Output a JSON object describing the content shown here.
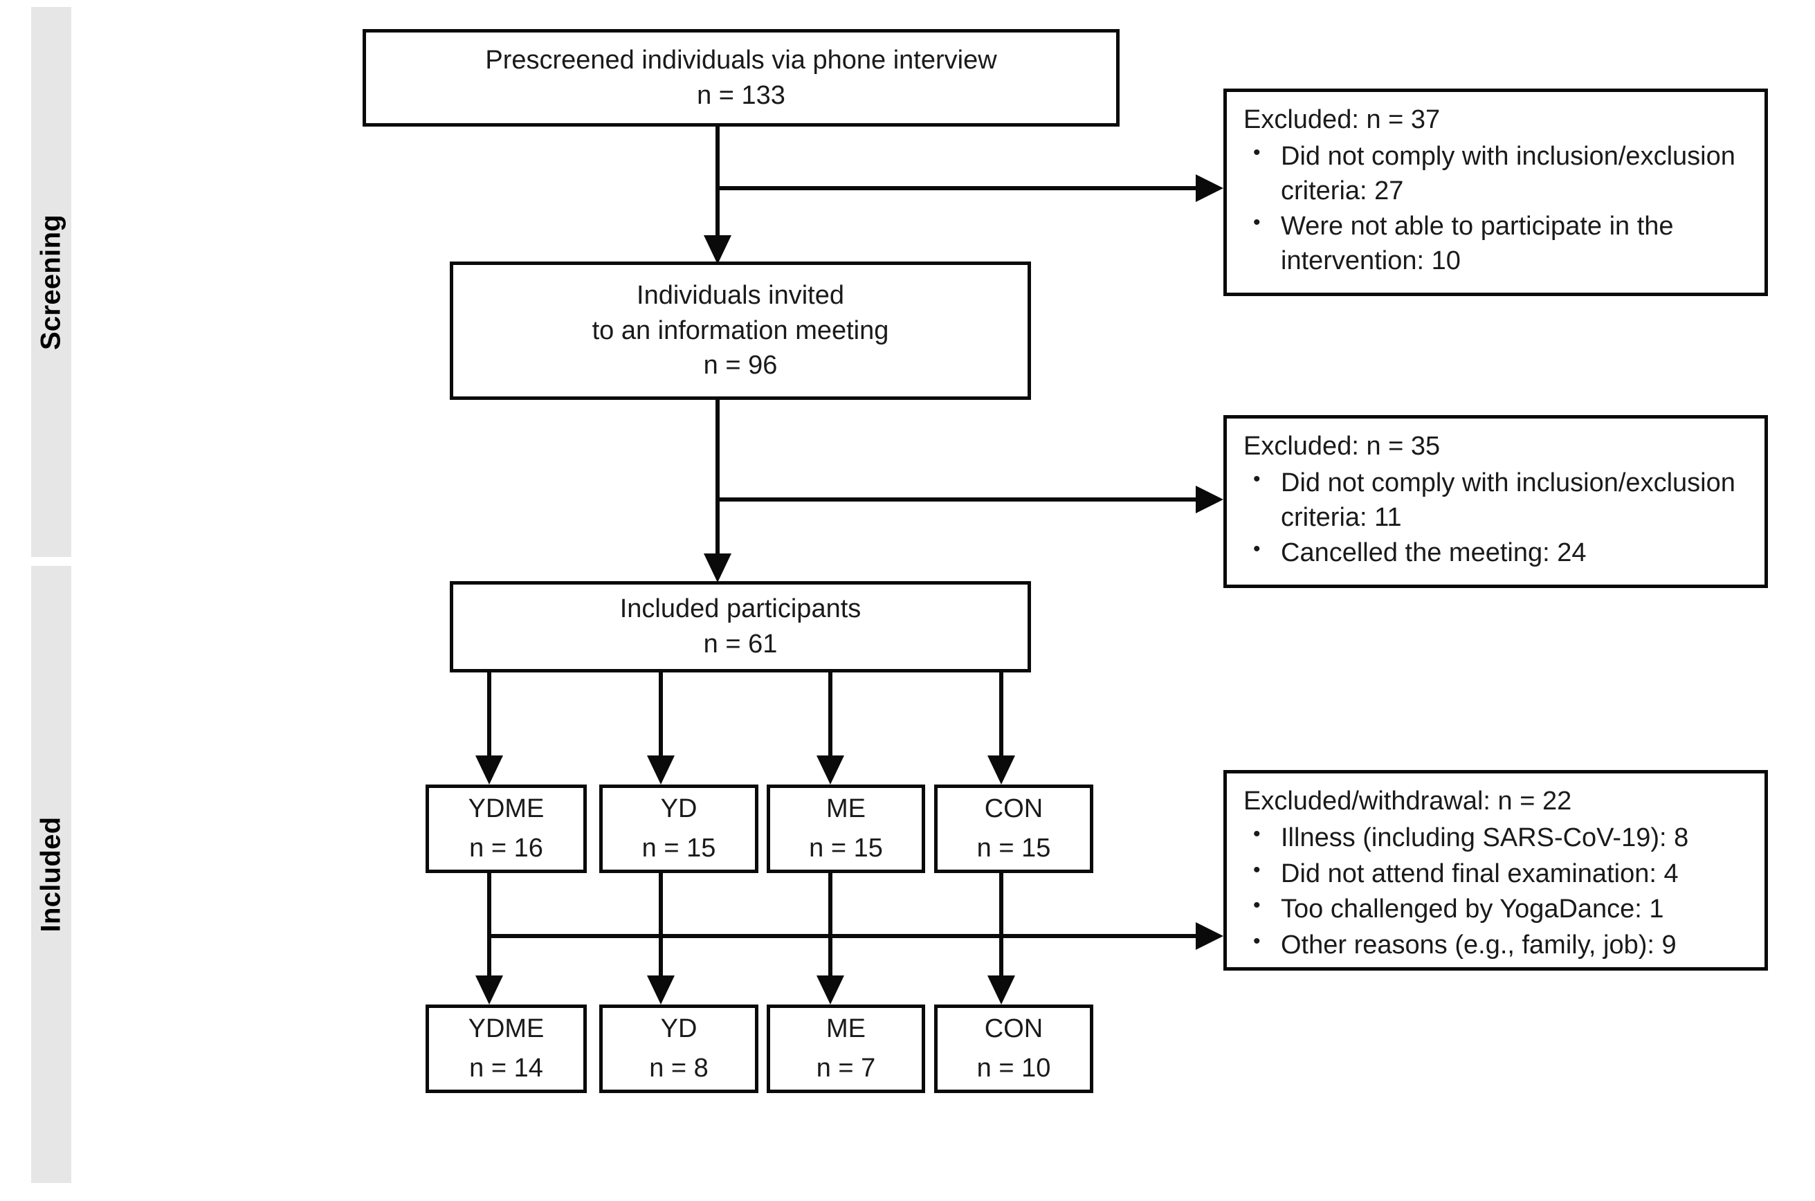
{
  "figure": {
    "type": "flow-diagram",
    "title": "CONSORT participant flow diagram"
  },
  "phases": [
    {
      "label": "Screening"
    },
    {
      "label": "Included"
    }
  ],
  "nodes": {
    "prescreened": {
      "lines": [
        "Prescreened individuals via phone interview",
        "n = 133"
      ]
    },
    "invited": {
      "lines": [
        "Individuals invited",
        "to an information meeting",
        "n = 96"
      ]
    },
    "included": {
      "lines": [
        "Included participants",
        "n = 61"
      ]
    }
  },
  "allocation_groups": [
    {
      "name": "YDME",
      "count": "n = 16"
    },
    {
      "name": "YD",
      "count": "n = 15"
    },
    {
      "name": "ME",
      "count": "n = 15"
    },
    {
      "name": "CON",
      "count": "n = 15"
    }
  ],
  "final_groups": [
    {
      "name": "YDME",
      "count": "n = 14"
    },
    {
      "name": "YD",
      "count": "n = 8"
    },
    {
      "name": "ME",
      "count": "n = 7"
    },
    {
      "name": "CON",
      "count": "n = 10"
    }
  ],
  "exclusions": [
    {
      "id": "excluded-screening-1",
      "heading": "Excluded: n = 37",
      "reasons": [
        "Did not comply with inclusion/exclusion criteria: 27",
        "Were not able to participate in the intervention: 10"
      ]
    },
    {
      "id": "excluded-screening-2",
      "heading": "Excluded: n = 35",
      "reasons": [
        "Did not comply with inclusion/exclusion criteria: 11",
        "Cancelled the meeting: 24"
      ]
    },
    {
      "id": "excluded-withdrawal",
      "heading": "Excluded/withdrawal: n = 22",
      "reasons": [
        "Illness (including SARS-CoV-19): 8",
        "Did not attend final examination: 4",
        "Too challenged by YogaDance: 1",
        "Other reasons (e.g., family, job): 9"
      ]
    }
  ],
  "colors": {
    "band": "#e6e6e6",
    "stroke": "#0a0a0a",
    "text": "#1a1a1a",
    "background": "#ffffff"
  }
}
